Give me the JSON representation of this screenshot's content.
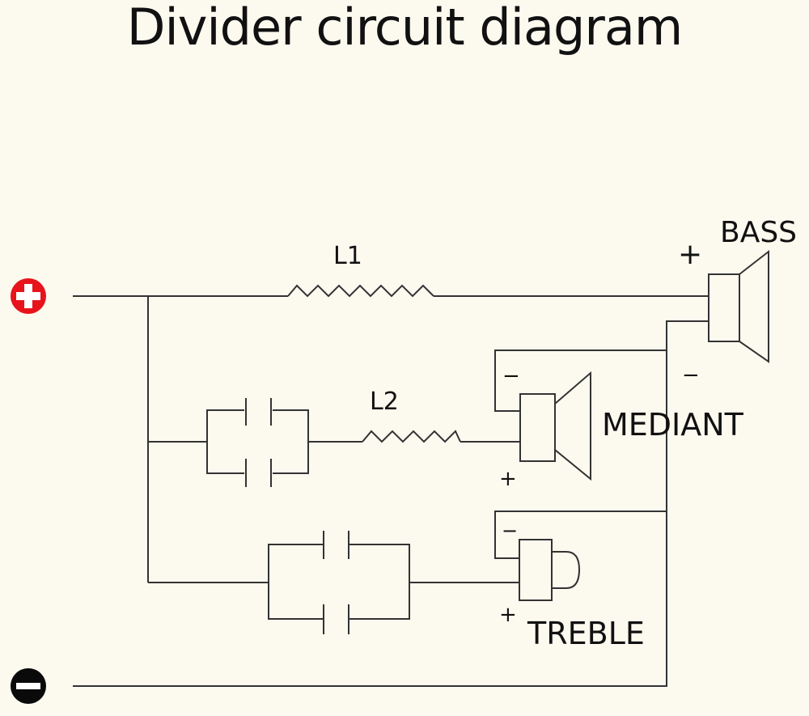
{
  "title": "Divider circuit diagram",
  "terminals": {
    "positive": {
      "symbol": "+",
      "icon": "plus-circle-icon",
      "color": "#e8141b"
    },
    "negative": {
      "symbol": "−",
      "icon": "minus-circle-icon",
      "color": "#111111"
    }
  },
  "components": {
    "l1": {
      "label": "L1",
      "type": "inductor"
    },
    "l2": {
      "label": "L2",
      "type": "inductor"
    },
    "c_mid": {
      "type": "capacitor-pair-parallel"
    },
    "c_treble": {
      "type": "capacitor-pair-parallel"
    }
  },
  "speakers": {
    "bass": {
      "label": "BASS",
      "plus": "+",
      "minus": "−"
    },
    "mediant": {
      "label": "MEDIANT",
      "plus": "+",
      "minus": "−"
    },
    "treble": {
      "label": "TREBLE",
      "plus": "+",
      "minus": "−"
    }
  }
}
